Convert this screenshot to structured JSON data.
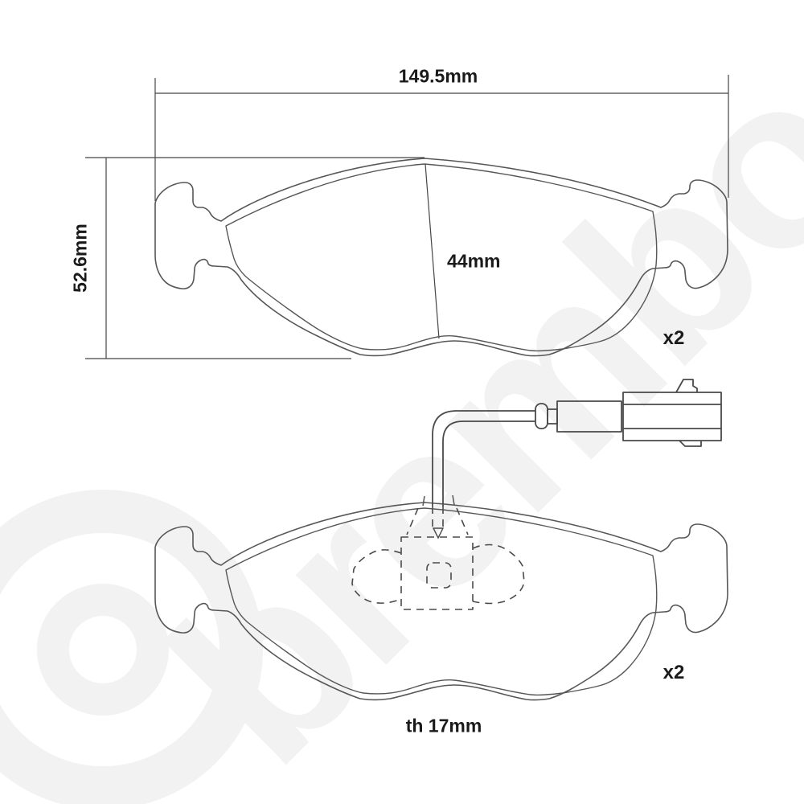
{
  "drawing": {
    "width_label": "149.5mm",
    "height_label": "52.6mm",
    "pad_face_height_label": "44mm",
    "top_view_quantity": "x2",
    "bottom_view_quantity": "x2",
    "thickness_label": "th 17mm"
  },
  "watermark": {
    "brand": "brembo"
  },
  "colors": {
    "background": "#ffffff",
    "outline": "#575757",
    "dimension": "#454545",
    "sensor": "#4a4a4a",
    "label_text": "#1a1a1a",
    "watermark": "#f2f2f2"
  }
}
